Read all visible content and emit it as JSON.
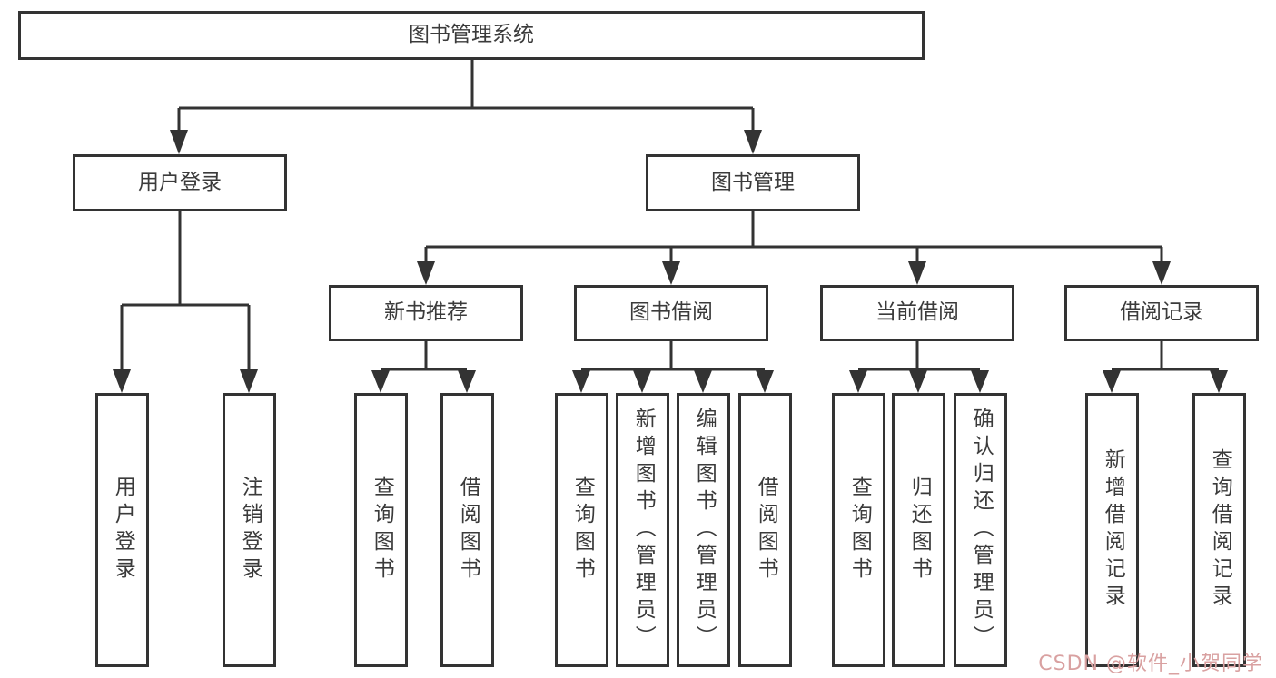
{
  "diagram": {
    "root": {
      "label": "图书管理系统"
    },
    "login_branch": {
      "label": "用户登录",
      "leaves": [
        {
          "label": "用户登录"
        },
        {
          "label": "注销登录"
        }
      ]
    },
    "mgmt_branch": {
      "label": "图书管理",
      "sections": [
        {
          "label": "新书推荐",
          "leaves": [
            {
              "label": "查询图书"
            },
            {
              "label": "借阅图书"
            }
          ]
        },
        {
          "label": "图书借阅",
          "leaves": [
            {
              "label": "查询图书"
            },
            {
              "label": "新增图书（管理员）"
            },
            {
              "label": "编辑图书（管理员）"
            },
            {
              "label": "借阅图书"
            }
          ]
        },
        {
          "label": "当前借阅",
          "leaves": [
            {
              "label": "查询图书"
            },
            {
              "label": "归还图书"
            },
            {
              "label": "确认归还（管理员）"
            }
          ]
        },
        {
          "label": "借阅记录",
          "leaves": [
            {
              "label": "新增借阅记录"
            },
            {
              "label": "查询借阅记录"
            }
          ]
        }
      ]
    }
  },
  "watermark": {
    "text": "CSDN @软件_小贺同学"
  },
  "colors": {
    "line": "#333333",
    "text": "#3b3b3b",
    "watermark": "#d9a1a1",
    "background": "#ffffff"
  }
}
